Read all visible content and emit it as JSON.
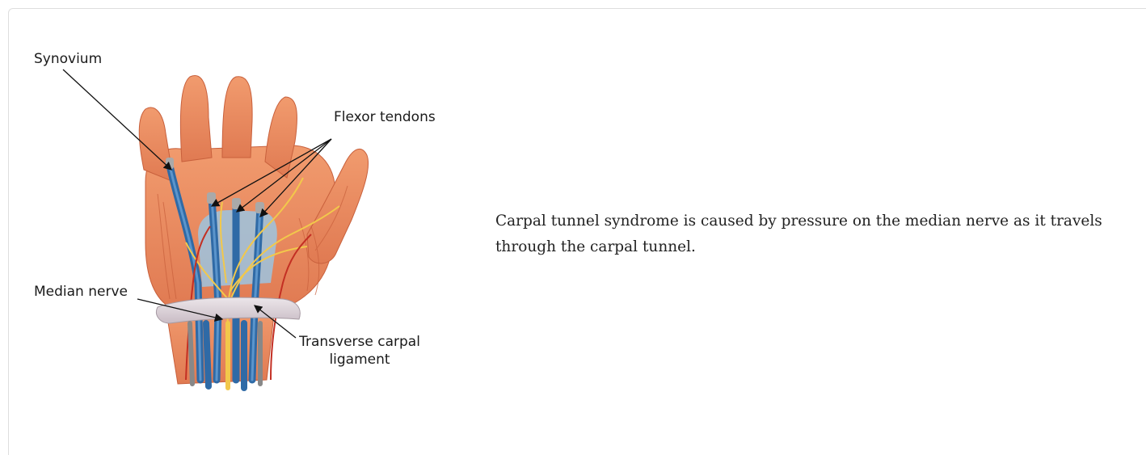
{
  "figure": {
    "labels": {
      "synovium": "Synovium",
      "flexor_tendons": "Flexor tendons",
      "median_nerve": "Median nerve",
      "transverse_ligament_line1": "Transverse carpal",
      "transverse_ligament_line2": "ligament"
    },
    "icon": "hand-anatomy-illustration"
  },
  "caption": {
    "text": "Carpal tunnel syndrome is caused by pressure on the median nerve as it travels through the carpal tunnel."
  },
  "colors": {
    "skin": "#e9865e",
    "tendon_blue": "#3a78b5",
    "nerve_yellow": "#f2c84b",
    "ligament": "#d9cfd6"
  }
}
